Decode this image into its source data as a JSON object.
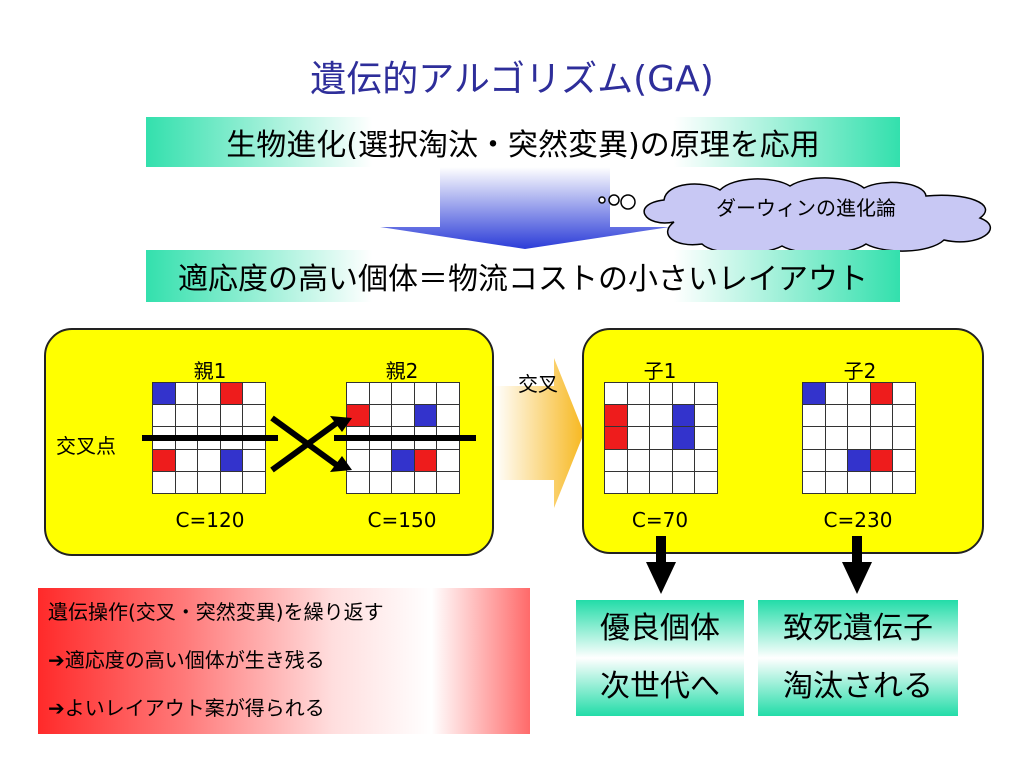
{
  "title": "遺伝的アルゴリズム(GA)",
  "principle": "生物進化(選択淘汰・突然変異)の原理を応用",
  "cloud": "ダーウィンの進化論",
  "fitness": "適応度の高い個体＝物流コストの小さいレイアウト",
  "parents": {
    "p1_label": "親1",
    "p2_label": "親2",
    "crossover_point": "交叉点",
    "p1_cost": "C=120",
    "p2_cost": "C=150",
    "p1_grid": [
      [
        "b",
        "",
        "",
        "r",
        ""
      ],
      [
        "",
        "",
        "",
        "",
        ""
      ],
      [
        "",
        "",
        "",
        "",
        ""
      ],
      [
        "r",
        "",
        "",
        "b",
        ""
      ],
      [
        "",
        "",
        "",
        "",
        ""
      ]
    ],
    "p2_grid": [
      [
        "",
        "",
        "",
        "",
        ""
      ],
      [
        "r",
        "",
        "",
        "b",
        ""
      ],
      [
        "",
        "",
        "",
        "",
        ""
      ],
      [
        "",
        "",
        "b",
        "r",
        ""
      ],
      [
        "",
        "",
        "",
        "",
        ""
      ]
    ]
  },
  "crossover": "交叉",
  "children": {
    "c1_label": "子1",
    "c2_label": "子2",
    "c1_cost": "C=70",
    "c2_cost": "C=230",
    "c1_grid": [
      [
        "",
        "",
        "",
        "",
        ""
      ],
      [
        "r",
        "",
        "",
        "b",
        ""
      ],
      [
        "r",
        "",
        "",
        "b",
        ""
      ],
      [
        "",
        "",
        "",
        "",
        ""
      ],
      [
        "",
        "",
        "",
        "",
        ""
      ]
    ],
    "c2_grid": [
      [
        "b",
        "",
        "",
        "r",
        ""
      ],
      [
        "",
        "",
        "",
        "",
        ""
      ],
      [
        "",
        "",
        "",
        "",
        ""
      ],
      [
        "",
        "",
        "b",
        "r",
        ""
      ],
      [
        "",
        "",
        "",
        "",
        ""
      ]
    ]
  },
  "notes": [
    "遺伝操作(交叉・突然変異)を繰り返す",
    "➔適応度の高い個体が生き残る",
    "➔よいレイアウト案が得られる"
  ],
  "result_good": [
    "優良個体",
    "次世代へ"
  ],
  "result_bad": [
    "致死遺伝子",
    "淘汰される"
  ],
  "colors": {
    "title": "#2e2e9a",
    "gene_red": "#ee1c1c",
    "gene_blue": "#3333cc",
    "panel": "#ffff00",
    "band": "#33e0ad"
  }
}
